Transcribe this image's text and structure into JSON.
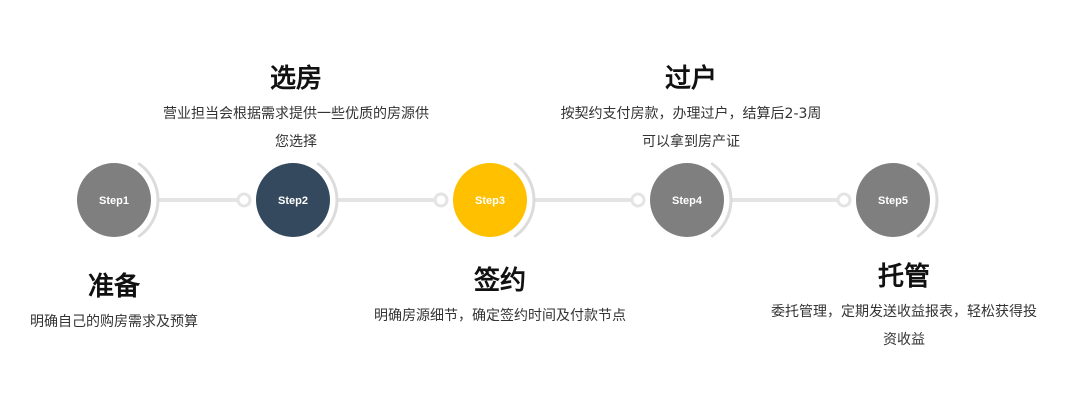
{
  "steps": [
    {
      "label": "Step1",
      "title": "准备",
      "desc_lines": [
        "明确自己的购房需求及预算"
      ],
      "color": "#7f7f7f"
    },
    {
      "label": "Step2",
      "title": "选房",
      "desc_lines": [
        "营业担当会根据需求提供一些优质的房源供",
        "您选择"
      ],
      "color": "#34495e"
    },
    {
      "label": "Step3",
      "title": "签约",
      "desc_lines": [
        "明确房源细节，确定签约时间及付款节点"
      ],
      "color": "#ffc000"
    },
    {
      "label": "Step4",
      "title": "过户",
      "desc_lines": [
        "按契约支付房款，办理过户，结算后2-3周",
        "可以拿到房产证"
      ],
      "color": "#7f7f7f"
    },
    {
      "label": "Step5",
      "title": "托管",
      "desc_lines": [
        "委托管理，定期发送收益报表，轻松获得投",
        "资收益"
      ],
      "color": "#7f7f7f"
    }
  ],
  "colors": {
    "connector": "#e4e4e4",
    "arc": "#dcdcdc",
    "step_text": "#ffffff"
  }
}
